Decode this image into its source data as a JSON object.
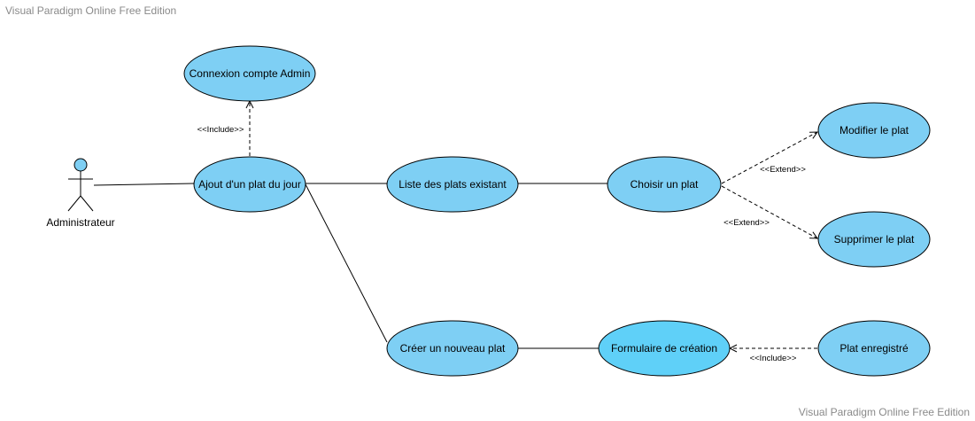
{
  "watermarks": {
    "top": "Visual Paradigm Online Free Edition",
    "bottom": "Visual Paradigm Online Free Edition"
  },
  "actor": {
    "name": "Administrateur"
  },
  "use_cases": {
    "connexion": "Connexion compte Admin",
    "ajout": "Ajout d'un plat du jour",
    "liste": "Liste des plats existant",
    "choisir": "Choisir un plat",
    "modifier": "Modifier le plat",
    "supprimer": "Supprimer le plat",
    "creer": "Créer un nouveau plat",
    "formulaire": "Formulaire de création",
    "enregistre": "Plat enregistré"
  },
  "relationships": {
    "include_connexion": "<<Include>>",
    "extend_modifier": "<<Extend>>",
    "extend_supprimer": "<<Extend>>",
    "include_enregistre": "<<Include>>"
  },
  "colors": {
    "use_case_fill": "#7ecff4",
    "use_case_highlight_fill": "#5fd0f8",
    "stroke": "#000000",
    "watermark": "#8a8a8a"
  }
}
